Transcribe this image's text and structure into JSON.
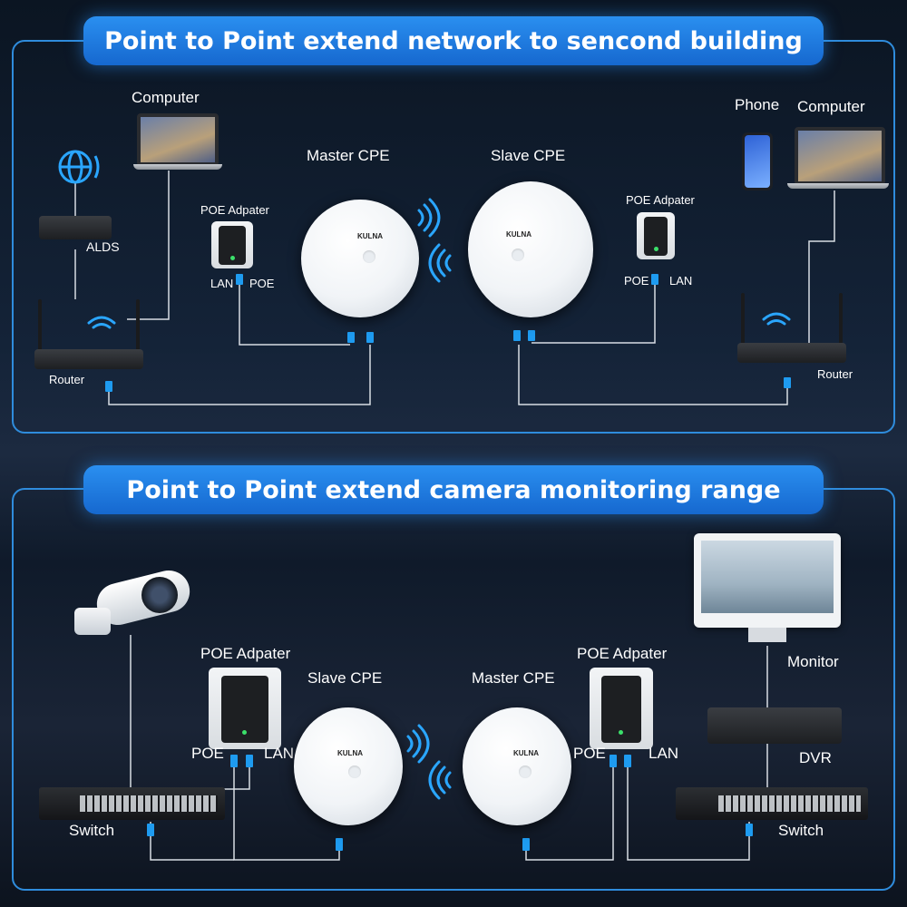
{
  "top": {
    "title": "Point to Point extend network to sencond building",
    "computer_left": "Computer",
    "alds": "ALDS",
    "router_left": "Router",
    "poe_left": "POE Adpater",
    "lan_left": "LAN",
    "poe_port_left": "POE",
    "master": "Master CPE",
    "slave": "Slave CPE",
    "poe_right": "POE Adpater",
    "poe_port_right": "POE",
    "lan_right": "LAN",
    "phone": "Phone",
    "computer_right": "Computer",
    "router_right": "Router",
    "cpe_brand": "KULNA"
  },
  "bottom": {
    "title": "Point to Point extend camera monitoring range",
    "poe_left": "POE Adpater",
    "poe_port_left": "POE",
    "lan_left": "LAN",
    "slave": "Slave CPE",
    "master": "Master CPE",
    "poe_right": "POE Adpater",
    "poe_port_right": "POE",
    "lan_right": "LAN",
    "switch_left": "Switch",
    "switch_right": "Switch",
    "monitor": "Monitor",
    "dvr": "DVR",
    "cpe_brand": "KULNA"
  },
  "colors": {
    "accent": "#2f8cdc",
    "banner": "#1a78e0",
    "cable": "#1e9bf0",
    "led": "#3be06a"
  }
}
